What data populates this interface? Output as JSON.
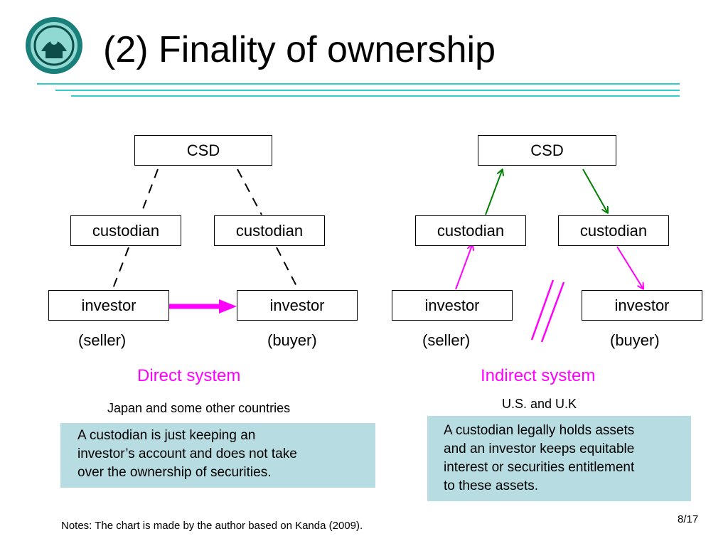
{
  "title": "(2) Finality of ownership",
  "logo": {
    "icon": "seal-emblem"
  },
  "colors": {
    "rule": "#33cccc",
    "accent": "#ff00ff",
    "arrow_green": "#008000",
    "note_bg": "#b7dde2"
  },
  "left_diagram": {
    "csd": "CSD",
    "custodian_left": "custodian",
    "custodian_right": "custodian",
    "investor_left": "investor",
    "investor_right": "investor",
    "seller_label": "(seller)",
    "buyer_label": "(buyer)",
    "system_label": "Direct system",
    "region": "Japan and some other countries",
    "note_lines": [
      "A custodian is just keeping an",
      "investor’s account and does not take",
      "over the ownership of securities."
    ]
  },
  "right_diagram": {
    "csd": "CSD",
    "custodian_left": "custodian",
    "custodian_right": "custodian",
    "investor_left": "investor",
    "investor_right": "investor",
    "seller_label": "(seller)",
    "buyer_label": "(buyer)",
    "system_label": "Indirect system",
    "region": "U.S. and U.K",
    "note_lines": [
      "A custodian legally holds assets",
      "and an investor keeps equitable",
      "interest or securities entitlement",
      "to these assets."
    ]
  },
  "footer": {
    "notes": "Notes: The chart is made by the author based on Kanda (2009).",
    "page": "8/17"
  }
}
